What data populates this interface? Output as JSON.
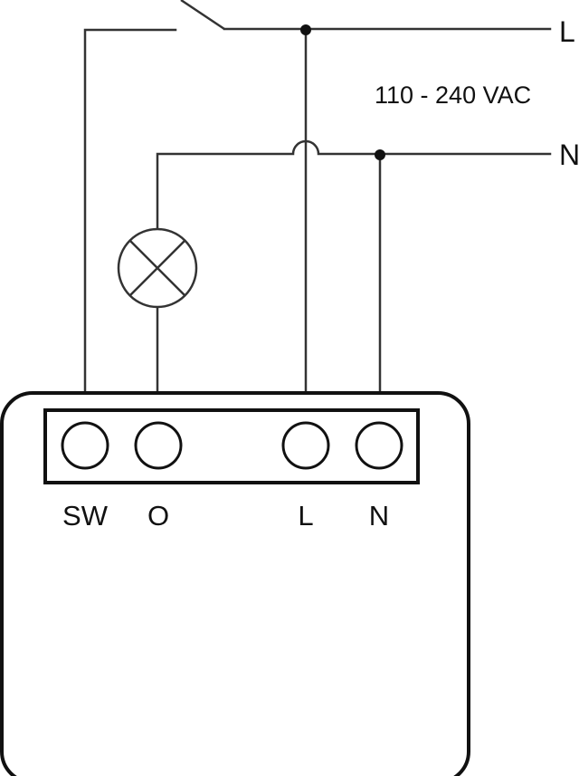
{
  "supply": {
    "line_label": "L",
    "neutral_label": "N",
    "voltage_label": "110 - 240 VAC"
  },
  "terminals": [
    {
      "id": "sw",
      "label": "SW"
    },
    {
      "id": "o",
      "label": "O"
    },
    {
      "id": "l",
      "label": "L"
    },
    {
      "id": "n",
      "label": "N"
    }
  ],
  "components": {
    "switch": "switch-icon",
    "lamp": "lamp-icon"
  },
  "colors": {
    "wire": "#333333",
    "outline": "#111111",
    "background": "#ffffff"
  }
}
